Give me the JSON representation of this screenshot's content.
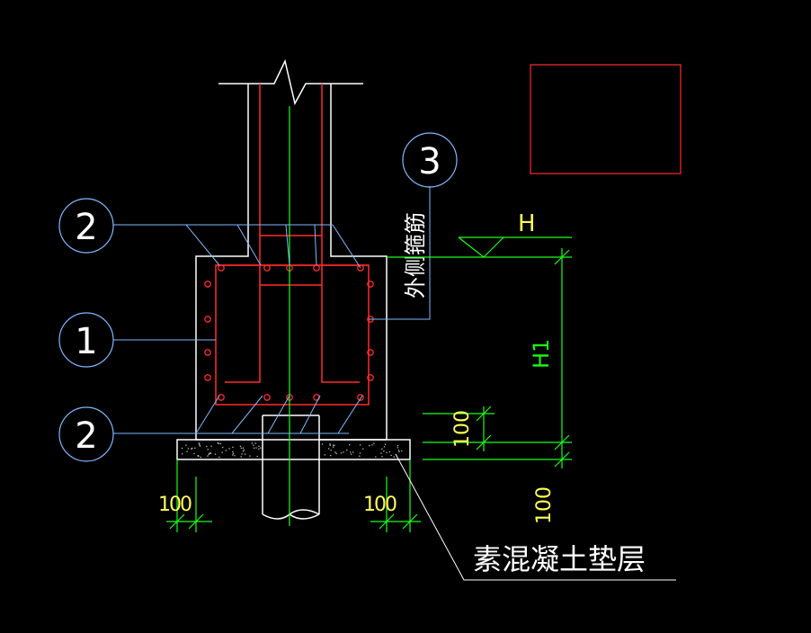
{
  "colors": {
    "background": "#000000",
    "outline": "#ffffff",
    "rebar": "#ff2a2a",
    "centerline": "#19ff19",
    "leader": "#7fb8ff",
    "dimension": "#19ff19",
    "dim_text": "#ffff55",
    "hatch": "#bfbfbf"
  },
  "callouts": {
    "c1": "1",
    "c2_top": "2",
    "c2_bottom": "2",
    "c3": "3"
  },
  "labels": {
    "outer_stirrup": "外侧箍筋",
    "cushion": "素混凝土垫层"
  },
  "dimensions": {
    "h": "H",
    "h1": "H1",
    "d100_left": "100",
    "d100_right": "100",
    "d100_side": "100",
    "d100_bottom": "100"
  }
}
